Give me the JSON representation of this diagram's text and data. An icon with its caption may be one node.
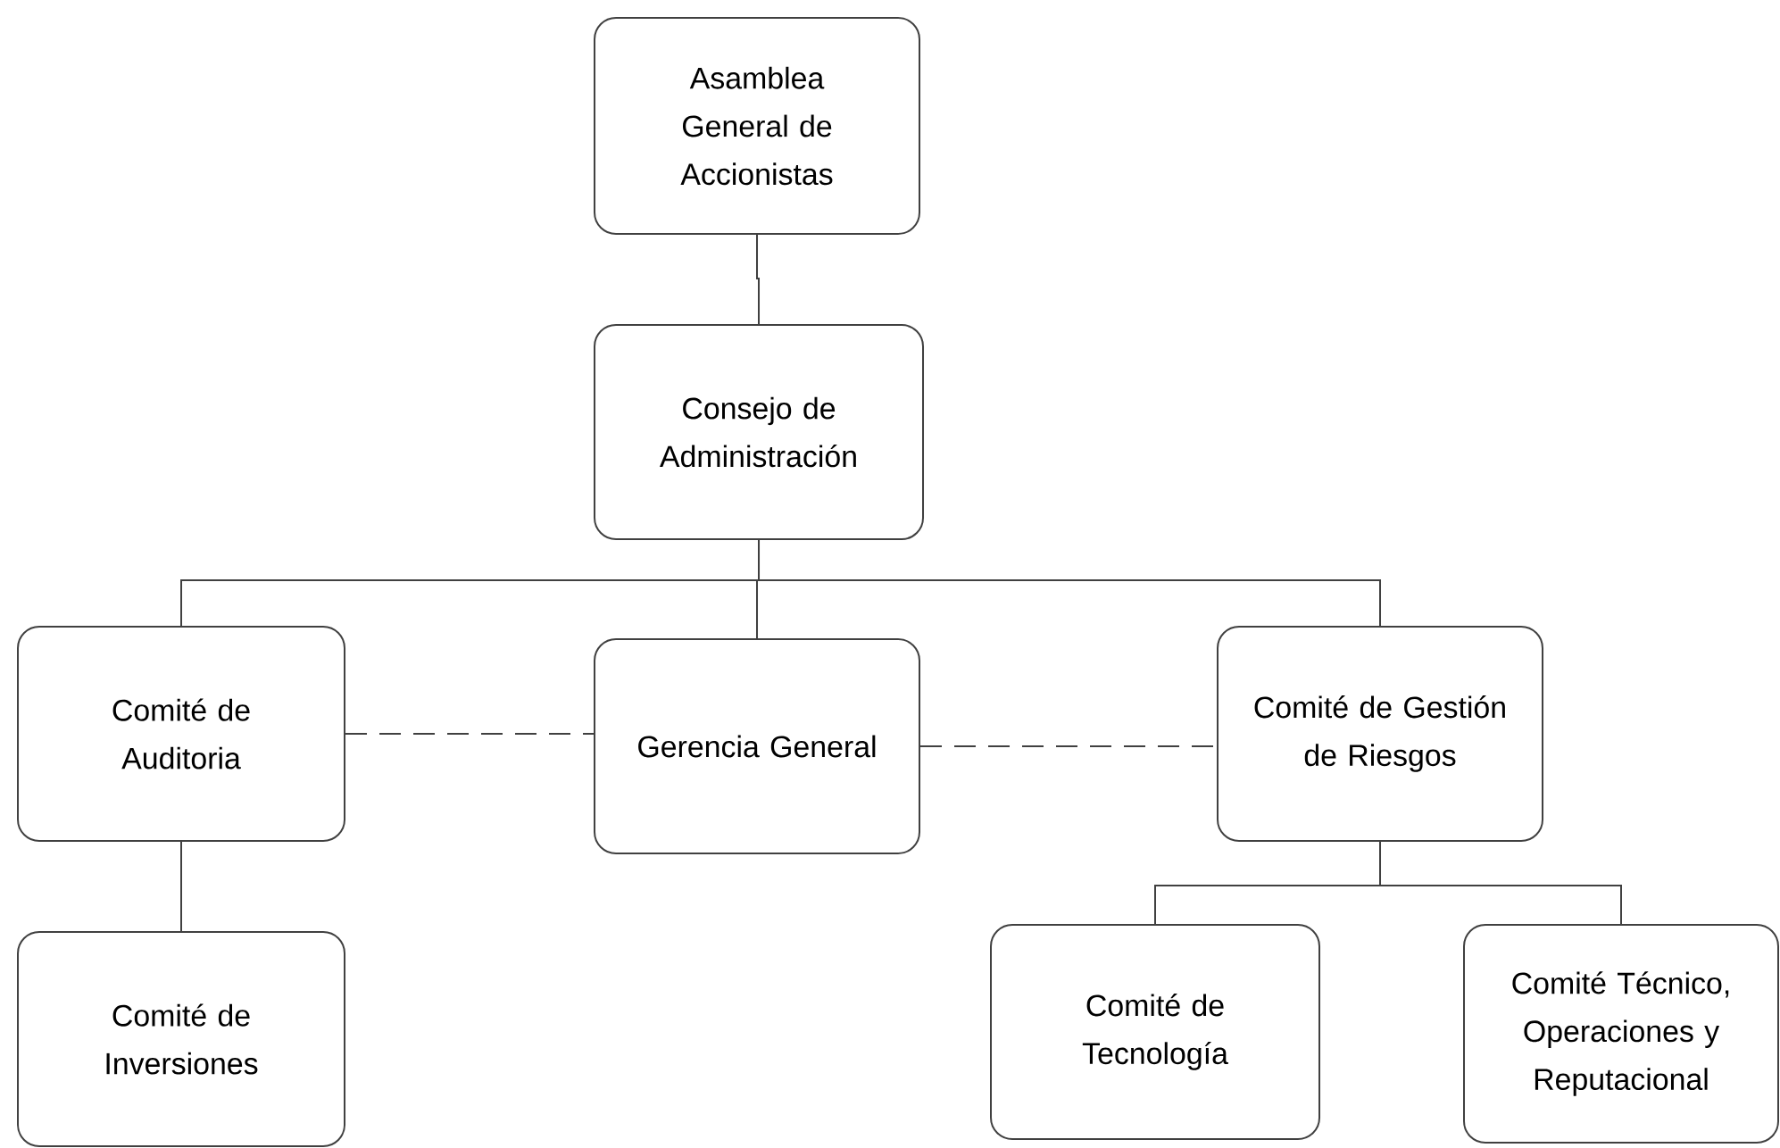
{
  "diagram": {
    "nodes": [
      {
        "text": [
          "Asamblea General de Accionistas"
        ]
      },
      {
        "text": [
          "Consejo de Administración"
        ]
      },
      {
        "text": [
          "Comité de Auditoria"
        ]
      },
      {
        "text": [
          "Gerencia General"
        ]
      },
      {
        "text": [
          "Comité de Gestión de Riesgos"
        ]
      },
      {
        "text": [
          "Comité de Inversiones"
        ]
      },
      {
        "text": [
          "Comité de Tecnología"
        ]
      },
      {
        "text": [
          "Comité Técnico, Operaciones y Reputacional"
        ]
      }
    ],
    "edges": [
      {
        "from": 0,
        "to": 1,
        "arrow": "none"
      },
      {
        "from": 1,
        "to": 2,
        "arrow": "none"
      },
      {
        "from": 1,
        "to": 3,
        "arrow": "none"
      },
      {
        "from": 1,
        "to": 4,
        "arrow": "none"
      },
      {
        "from": 2,
        "to": 3,
        "arrow": "none",
        "style": "dashed"
      },
      {
        "from": 3,
        "to": 4,
        "arrow": "none",
        "style": "dashed"
      },
      {
        "from": 2,
        "to": 5,
        "arrow": "none"
      },
      {
        "from": 4,
        "to": 6,
        "arrow": "none"
      },
      {
        "from": 4,
        "to": 7,
        "arrow": "none"
      }
    ]
  }
}
